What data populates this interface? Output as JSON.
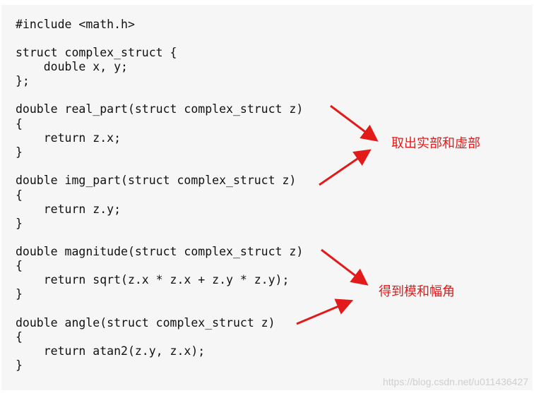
{
  "code": {
    "lines": [
      "#include <math.h>",
      "",
      "struct complex_struct {",
      "    double x, y;",
      "};",
      "",
      "double real_part(struct complex_struct z)",
      "{",
      "    return z.x;",
      "}",
      "",
      "double img_part(struct complex_struct z)",
      "{",
      "    return z.y;",
      "}",
      "",
      "double magnitude(struct complex_struct z)",
      "{",
      "    return sqrt(z.x * z.x + z.y * z.y);",
      "}",
      "",
      "double angle(struct complex_struct z)",
      "{",
      "    return atan2(z.y, z.x);",
      "}"
    ]
  },
  "annotations": {
    "real_imag": "取出实部和虚部",
    "magnitude_angle": "得到模和幅角"
  },
  "watermark": "https://blog.csdn.net/u011436427",
  "colors": {
    "panel_background": "#f6f6f6",
    "annotation_red": "#e21a1a",
    "code_text": "#111111"
  }
}
